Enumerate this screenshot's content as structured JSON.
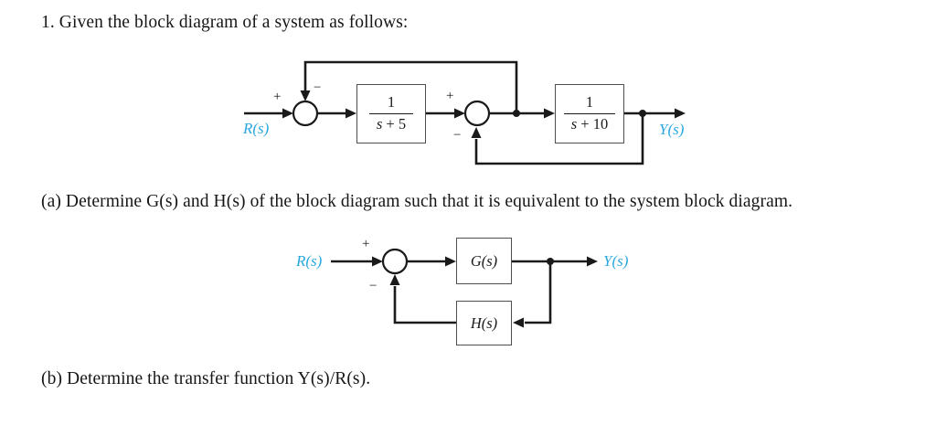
{
  "page": {
    "title": "1. Given the block diagram of a system as follows:",
    "part_a": "(a) Determine G(s) and H(s) of the block diagram such that it is equivalent to the system block diagram.",
    "part_b": "(b) Determine the transfer function Y(s)/R(s)."
  },
  "colors": {
    "signal_label": "#29a8e0",
    "line": "#1a1a1a",
    "block_border": "#4f4f4f"
  },
  "diagram1": {
    "input_label": "R(s)",
    "output_label": "Y(s)",
    "sum1_plus": "+",
    "sum1_minus": "−",
    "sum2_plus": "+",
    "sum2_minus": "−",
    "block1_num": "1",
    "block1_den_var": "s",
    "block1_den_rest": " + 5",
    "block2_num": "1",
    "block2_den_var": "s",
    "block2_den_rest": " + 10"
  },
  "diagram2": {
    "input_label": "R(s)",
    "output_label": "Y(s)",
    "sum_plus": "+",
    "sum_minus": "−",
    "forward_label": "G(s)",
    "feedback_label": "H(s)"
  }
}
